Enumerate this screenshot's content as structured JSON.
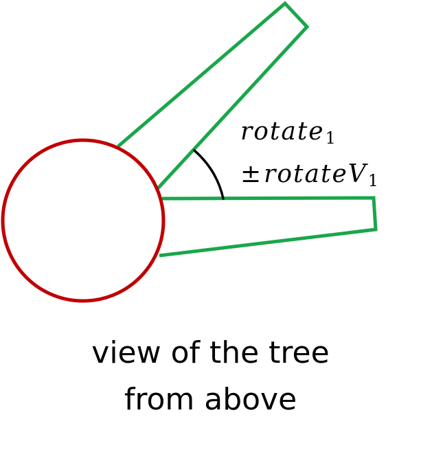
{
  "diagram": {
    "label_line1": {
      "text": "rotate",
      "subscript": "1"
    },
    "label_line2": {
      "prefix": "±",
      "text": "rotateV",
      "subscript": "1"
    },
    "caption": {
      "line1": "view of the tree",
      "line2": "from above"
    },
    "colors": {
      "trunk": "#c00000",
      "branch": "#1aa64a",
      "angle_arc": "#000000"
    },
    "icons": [
      "trunk-circle",
      "branch-shape",
      "angle-arc"
    ]
  }
}
